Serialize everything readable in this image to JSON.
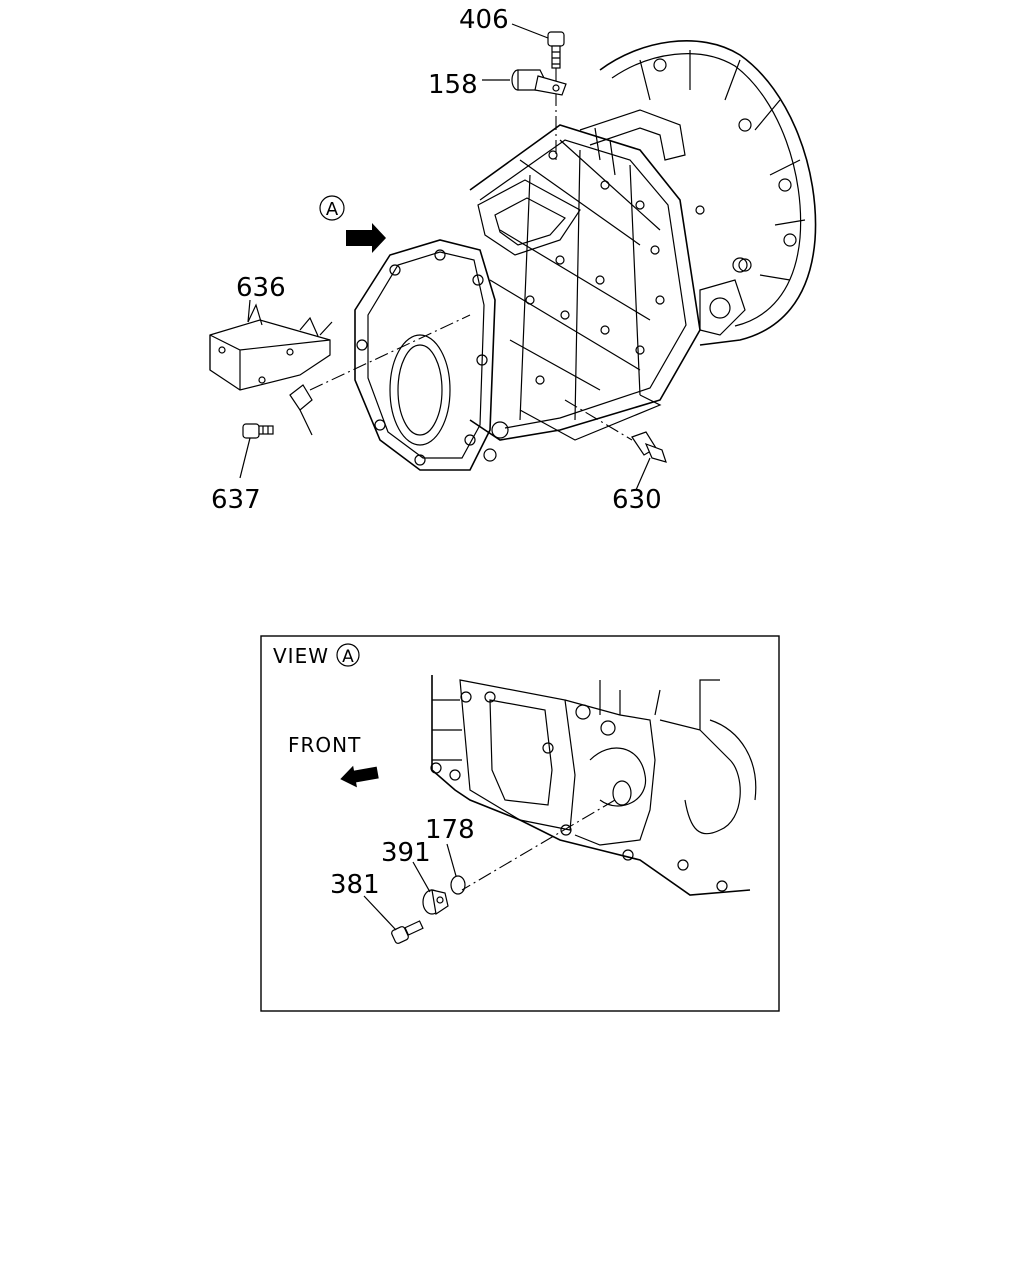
{
  "main_diagram": {
    "view_marker": "A",
    "callouts": [
      {
        "id": "406",
        "text": "406"
      },
      {
        "id": "158",
        "text": "158"
      },
      {
        "id": "636",
        "text": "636"
      },
      {
        "id": "637",
        "text": "637"
      },
      {
        "id": "630",
        "text": "630"
      }
    ]
  },
  "detail_view": {
    "view_word": "VIEW",
    "view_marker": "A",
    "front_label": "FRONT",
    "callouts": [
      {
        "id": "178",
        "text": "178"
      },
      {
        "id": "391",
        "text": "391"
      },
      {
        "id": "381",
        "text": "381"
      }
    ]
  }
}
